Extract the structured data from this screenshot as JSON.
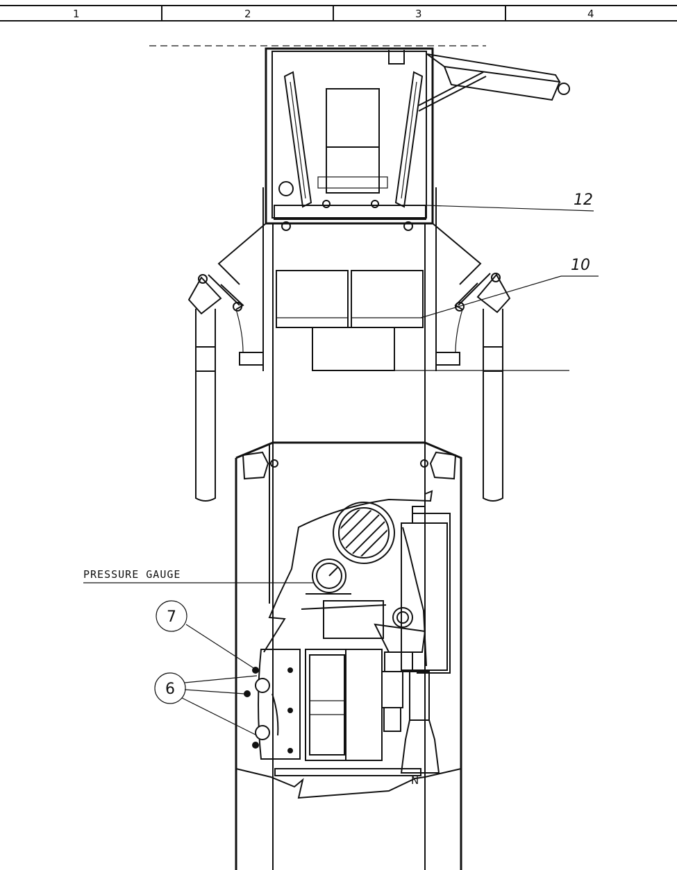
{
  "zone_strip": {
    "zones": [
      "1",
      "2",
      "3",
      "4"
    ]
  },
  "callouts": {
    "item_12": "12",
    "item_10": "10",
    "item_7": "7",
    "item_6": "6"
  },
  "labels": {
    "pressure_gauge": "PRESSURE GAUGE",
    "break_mark": "N"
  }
}
